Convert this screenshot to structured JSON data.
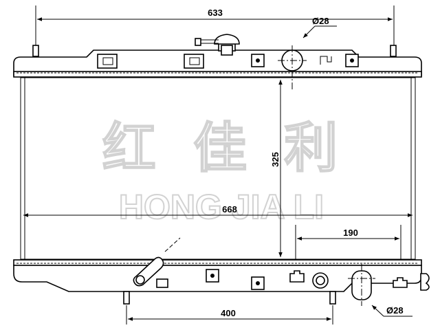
{
  "watermark": {
    "chinese": "红  佳  利",
    "latin": "HONG JIA LI"
  },
  "dimensions": {
    "overall_width": "633",
    "core_width": "668",
    "core_height": "325",
    "outlet_offset": "190",
    "lower_mount_span": "400",
    "upper_pipe_diameter": "Ø28",
    "lower_pipe_diameter": "Ø28"
  },
  "colors": {
    "line": "#000000",
    "watermark_outline": "#d2d2d2",
    "background": "#ffffff"
  }
}
